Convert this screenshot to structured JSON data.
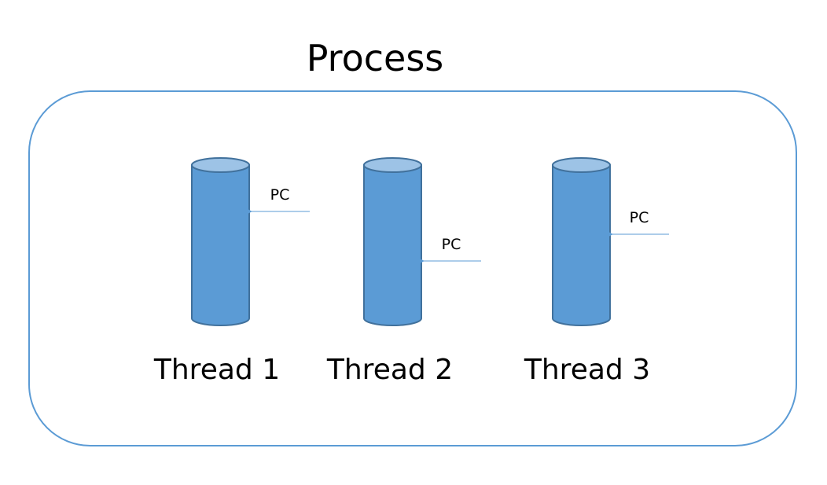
{
  "process": {
    "title": "Process"
  },
  "threads": [
    {
      "label": "Thread 1",
      "pointer_label": "PC"
    },
    {
      "label": "Thread 2",
      "pointer_label": "PC"
    },
    {
      "label": "Thread 3",
      "pointer_label": "PC"
    }
  ],
  "colors": {
    "container_border": "#5b9bd5",
    "cylinder_body": "#5b9bd5",
    "cylinder_top": "#9dc3e6",
    "cylinder_outline": "#41719c",
    "arrow": "#5b9bd5"
  }
}
